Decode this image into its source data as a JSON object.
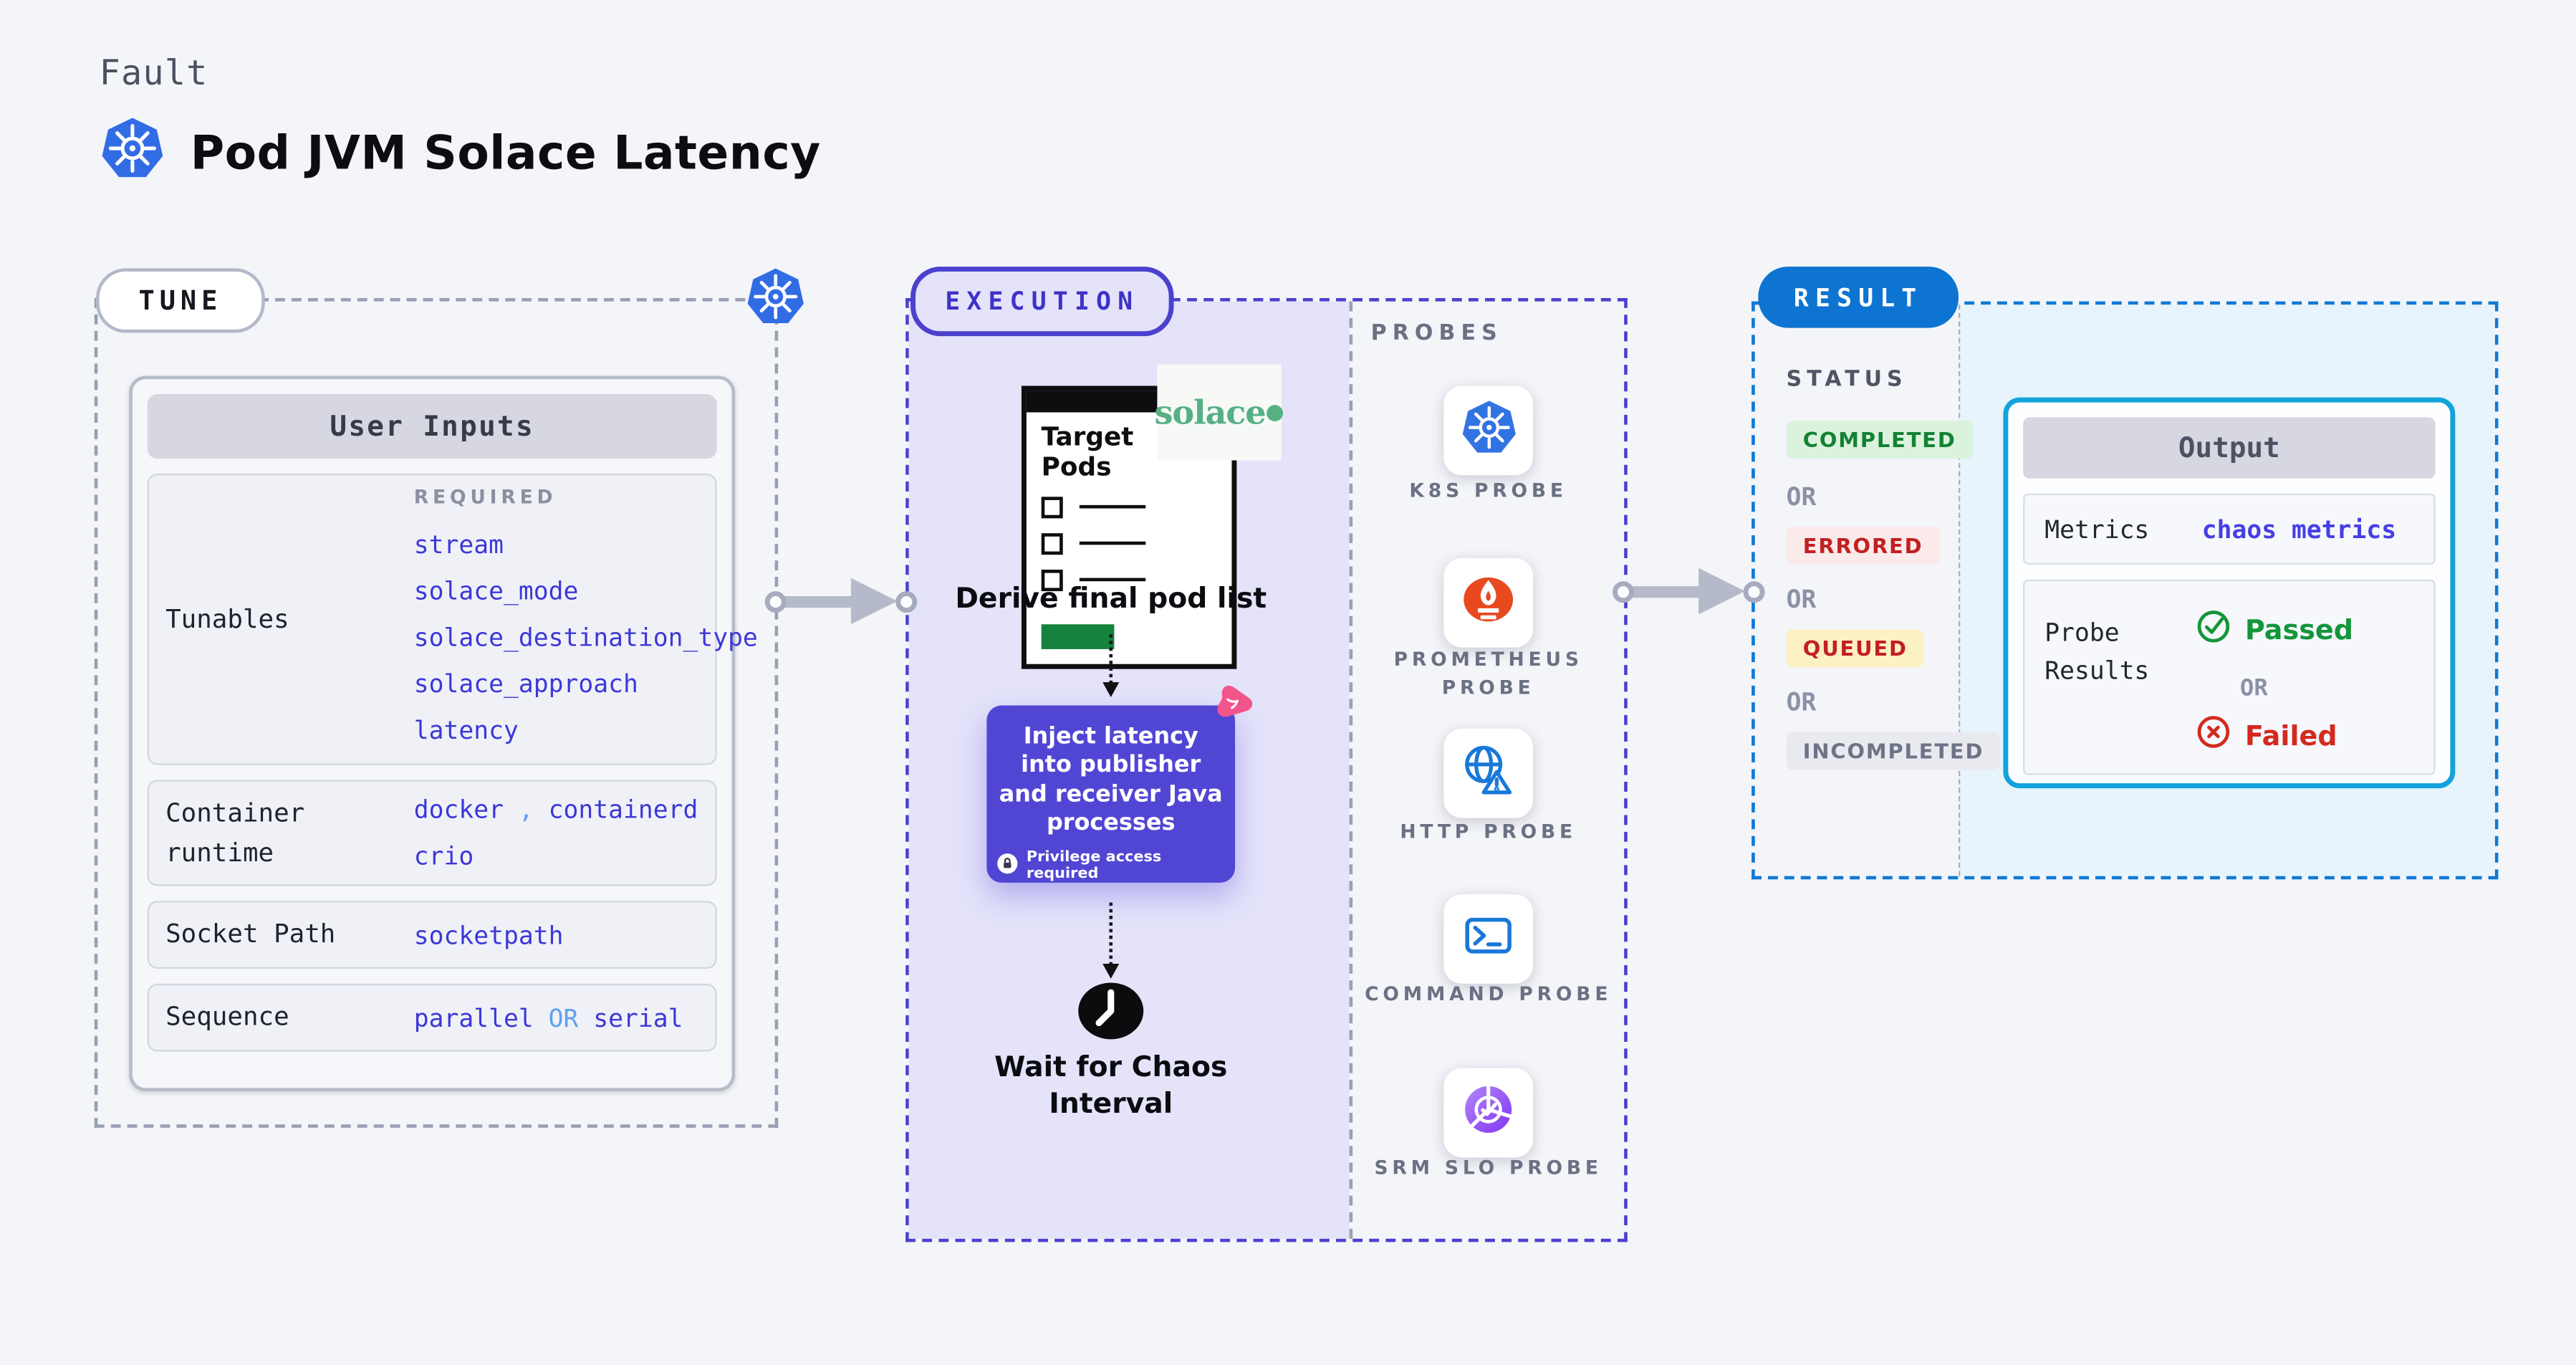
{
  "header": {
    "kicker": "Fault",
    "title": "Pod JVM Solace Latency"
  },
  "colors": {
    "background": "#f4f5f9",
    "k8s_blue": "#326ce5",
    "execution_border_indigo": "#4b41ce",
    "execution_fill_lavender": "#e4e3fa",
    "inject_purple": "#5146d4",
    "chaos_pink": "#f2548c",
    "result_pill_blue": "#0d74d1",
    "result_border_blue": "#0e79d8",
    "output_border_cyan": "#12a3dc",
    "result_fill_cyan": "#e7f4fb",
    "value_blue": "#3b38d9",
    "value_light_blue": "#5da0f2",
    "success_green": "#13963a",
    "error_red": "#c22020",
    "solace_green": "#55b083",
    "prometheus_orange": "#e8491f",
    "probe_icon_blue": "#1878d8",
    "target_green": "#15823d"
  },
  "tune": {
    "badge": "TUNE",
    "table": {
      "title": "User Inputs",
      "tunables_label": "Tunables",
      "required_tag": "REQUIRED",
      "tunables": [
        "stream",
        "solace_mode",
        "solace_destination_type",
        "solace_approach",
        "latency"
      ],
      "runtime_label": "Container runtime",
      "runtime_values": [
        "docker",
        "containerd",
        "crio"
      ],
      "runtime_separator": ",",
      "socket_label": "Socket Path",
      "socket_value": "socketpath",
      "sequence_label": "Sequence",
      "sequence_values": [
        "parallel",
        "serial"
      ],
      "sequence_separator": "OR"
    }
  },
  "execution": {
    "badge": "EXECUTION",
    "target_window_title": "Target Pods",
    "solace_logo": "solace",
    "solace_dot": "●",
    "step1": "Derive final pod list",
    "inject_text": "Inject latency into publisher and receiver Java processes",
    "privilege_note": "Privilege access required",
    "step3": "Wait for Chaos Interval"
  },
  "probes": {
    "heading": "PROBES",
    "items": [
      {
        "label": "K8S PROBE",
        "icon": "kubernetes-icon"
      },
      {
        "label": "PROMETHEUS PROBE",
        "icon": "prometheus-icon"
      },
      {
        "label": "HTTP PROBE",
        "icon": "http-globe-warning-icon"
      },
      {
        "label": "COMMAND PROBE",
        "icon": "terminal-icon"
      },
      {
        "label": "SRM SLO PROBE",
        "icon": "slo-pie-check-icon"
      }
    ]
  },
  "result": {
    "badge": "RESULT",
    "status_heading": "STATUS",
    "or": "OR",
    "statuses": [
      {
        "label": "COMPLETED",
        "kind": "success"
      },
      {
        "label": "ERRORED",
        "kind": "error"
      },
      {
        "label": "QUEUED",
        "kind": "warning"
      },
      {
        "label": "INCOMPLETED",
        "kind": "muted"
      }
    ],
    "output": {
      "title": "Output",
      "metrics_label": "Metrics",
      "metrics_value": "chaos metrics",
      "probe_results_label": "Probe Results",
      "passed": "Passed",
      "or": "OR",
      "failed": "Failed"
    }
  }
}
